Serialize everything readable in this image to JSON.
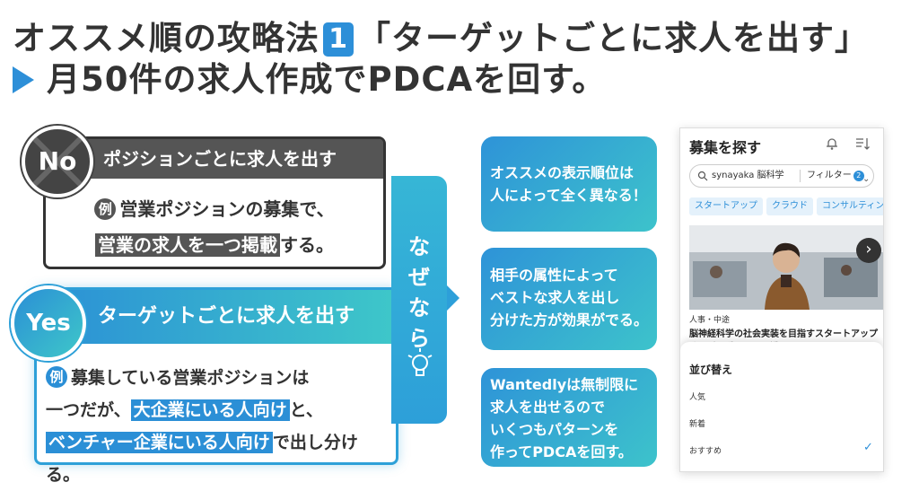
{
  "header": {
    "title_line1_pre": "オススメ順の攻略法",
    "title_number": "1",
    "title_line1_post": "「ターゲットごとに求人を出す」",
    "title_line2": "月50件の求人作成でPDCAを回す。"
  },
  "no_card": {
    "badge": "No",
    "heading": "ポジションごとに求人を出す",
    "example_mark": "例",
    "line1": "営業ポジションの募集で、",
    "line2_highlight": "営業の求人を一つ掲載",
    "line2_rest": "する。"
  },
  "yes_card": {
    "badge": "Yes",
    "heading": "ターゲットごとに求人を出す",
    "example_mark": "例",
    "line1": "募集している営業ポジションは",
    "line2_pre": "一つだが、",
    "line2_highlight": "大企業にいる人向け",
    "line2_post": "と、",
    "line3_highlight": "ベンチャー企業にいる人向け",
    "line3_post": "で出し分ける。"
  },
  "pillar": {
    "chars": [
      "な",
      "ぜ",
      "な",
      "ら"
    ]
  },
  "reasons": [
    {
      "lines": [
        "オススメの表示順位は",
        "人によって全く異なる！"
      ]
    },
    {
      "lines": [
        "相手の属性によって",
        "ベストな求人を出し",
        "分けた方が効果がでる。"
      ]
    },
    {
      "lines": [
        "Wantedlyは無制限に",
        "求人を出せるので",
        "いくつもパターンを",
        "作ってPDCAを回す。"
      ]
    }
  ],
  "phone": {
    "title": "募集を探す",
    "search_text": "synayaka 脳科学",
    "filter_label": "フィルター",
    "filter_count": "2",
    "chips": [
      "スタートアップ",
      "クラウド",
      "コンサルティング"
    ],
    "category": "人事・中途",
    "job_title": "脳神経科学の社会実装を目指すスタートアップ",
    "job_title_cont": "オープンポジション採用",
    "sort_sheet": {
      "title": "並び替え",
      "options": [
        "人気",
        "新着",
        "おすすめ"
      ],
      "selected": "おすすめ"
    }
  },
  "colors": {
    "accent": "#2d8fd8",
    "accent_teal": "#3ec7c9",
    "dark": "#555555"
  }
}
